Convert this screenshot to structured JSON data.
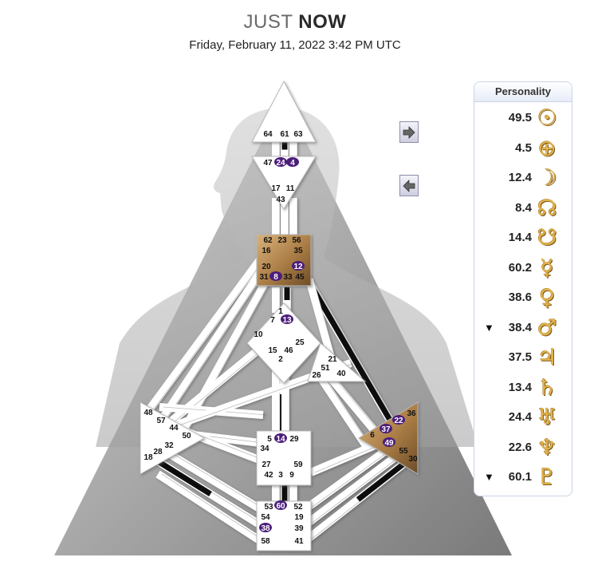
{
  "header": {
    "title_light": "JUST",
    "title_bold": "NOW",
    "datetime": "Friday, February 11, 2022 3:42 PM UTC"
  },
  "personality": {
    "title": "Personality",
    "rows": [
      {
        "value": "49.5",
        "marker": "",
        "planet": "sun-icon",
        "glyph": "☉"
      },
      {
        "value": "4.5",
        "marker": "",
        "planet": "earth-icon",
        "glyph": "⊕"
      },
      {
        "value": "12.4",
        "marker": "",
        "planet": "moon-icon",
        "glyph": "☽"
      },
      {
        "value": "8.4",
        "marker": "",
        "planet": "north-node-icon",
        "glyph": "☊"
      },
      {
        "value": "14.4",
        "marker": "",
        "planet": "south-node-icon",
        "glyph": "☋"
      },
      {
        "value": "60.2",
        "marker": "",
        "planet": "mercury-icon",
        "glyph": "☿"
      },
      {
        "value": "38.6",
        "marker": "",
        "planet": "venus-icon",
        "glyph": "♀"
      },
      {
        "value": "38.4",
        "marker": "▼",
        "planet": "mars-icon",
        "glyph": "♂"
      },
      {
        "value": "37.5",
        "marker": "",
        "planet": "jupiter-icon",
        "glyph": "♃"
      },
      {
        "value": "13.4",
        "marker": "",
        "planet": "saturn-icon",
        "glyph": "♄"
      },
      {
        "value": "24.4",
        "marker": "",
        "planet": "uranus-icon",
        "glyph": "♅"
      },
      {
        "value": "22.6",
        "marker": "",
        "planet": "neptune-icon",
        "glyph": "♆"
      },
      {
        "value": "60.1",
        "marker": "▼",
        "planet": "pluto-icon",
        "glyph": "♇"
      }
    ]
  },
  "colors": {
    "gate_active": "#4b1e7a",
    "center_defined": "#b0844e",
    "channel_active": "#111111",
    "glyph_gold": "#e3b24a"
  },
  "bodygraph": {
    "active_gates": [
      "24",
      "4",
      "12",
      "8",
      "13",
      "14",
      "60",
      "38",
      "22",
      "37",
      "49"
    ],
    "gates": {
      "head": [
        "64",
        "61",
        "63"
      ],
      "ajna": [
        "47",
        "24",
        "4",
        "17",
        "11",
        "43"
      ],
      "throat": [
        "62",
        "23",
        "56",
        "16",
        "35",
        "20",
        "12",
        "31",
        "8",
        "33",
        "45"
      ],
      "g": [
        "1",
        "13",
        "7",
        "10",
        "15",
        "46",
        "25",
        "2"
      ],
      "ego": [
        "21",
        "51",
        "26",
        "40"
      ],
      "spleen": [
        "48",
        "57",
        "44",
        "50",
        "32",
        "28",
        "18"
      ],
      "sacral": [
        "5",
        "14",
        "29",
        "34",
        "27",
        "59",
        "42",
        "3",
        "9"
      ],
      "solar_plexus": [
        "36",
        "22",
        "6",
        "37",
        "49",
        "55",
        "30"
      ],
      "root": [
        "53",
        "60",
        "52",
        "54",
        "19",
        "38",
        "39",
        "58",
        "41"
      ]
    }
  }
}
